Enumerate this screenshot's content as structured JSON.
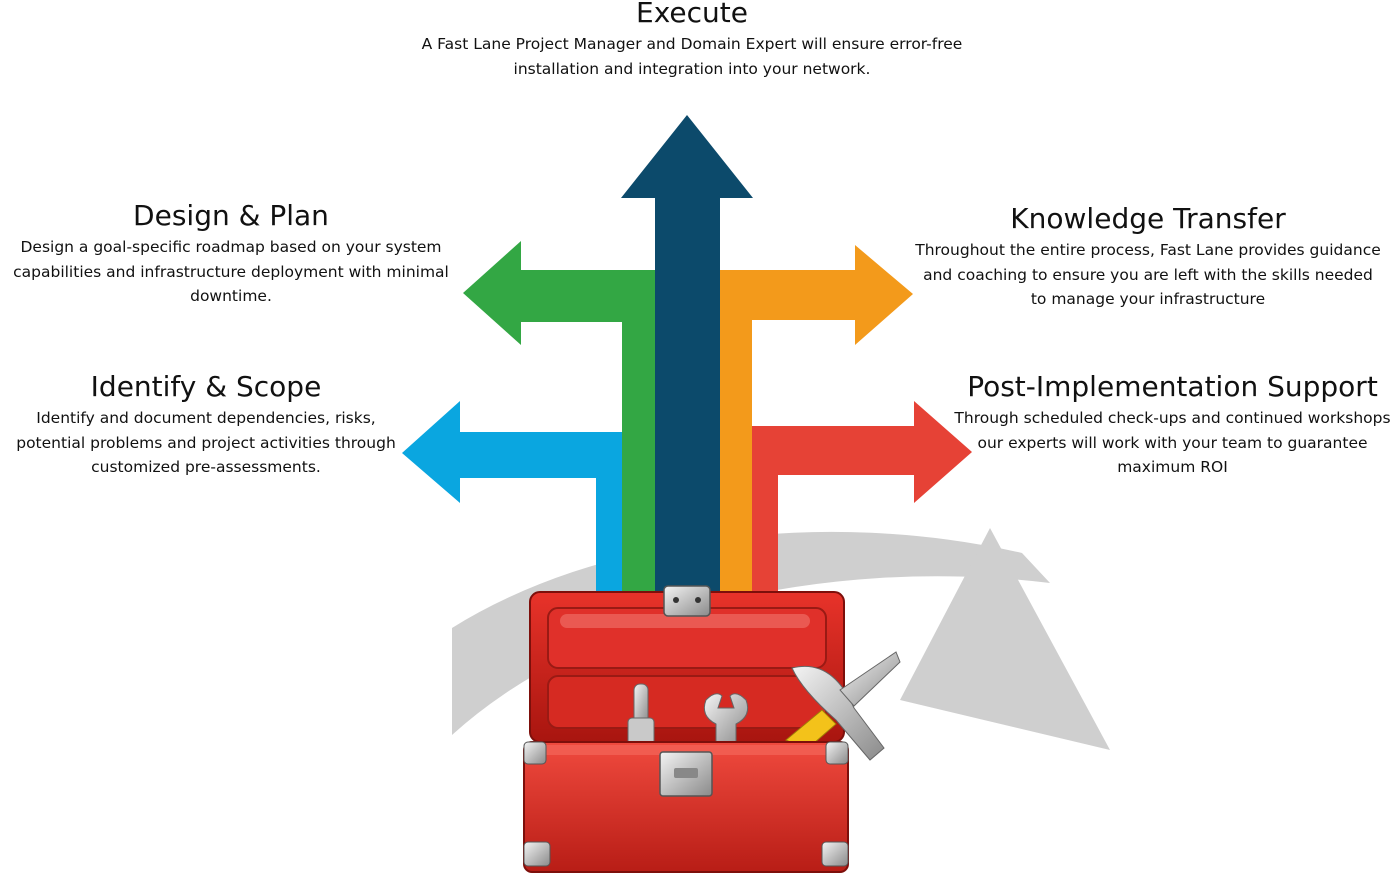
{
  "steps": {
    "execute": {
      "title": "Execute",
      "description": "A Fast Lane Project Manager and Domain Expert will ensure error-free installation and integration into your network."
    },
    "design_plan": {
      "title": "Design & Plan",
      "description": "Design a goal-specific roadmap based on your system capabilities and infrastructure deployment with minimal downtime."
    },
    "knowledge_transfer": {
      "title": "Knowledge Transfer",
      "description": "Throughout the entire process, Fast Lane provides guidance and coaching to ensure you are left with the skills needed to manage your infrastructure"
    },
    "identify_scope": {
      "title": "Identify & Scope",
      "description": "Identify and document dependencies, risks, potential problems and project activities through customized pre-assessments."
    },
    "post_implementation": {
      "title": "Post-Implementation Support",
      "description": "Through scheduled check-ups and continued workshops our experts will work with your team to guarantee maximum ROI"
    }
  },
  "colors": {
    "cycle_arrow": "#cfcfcf",
    "execute": "#0c4a6b",
    "design_plan": "#33a744",
    "knowledge_transfer": "#f39a1b",
    "identify_scope": "#0aa6e0",
    "post_implementation": "#e64236",
    "toolbox": "#e8332a"
  },
  "icons": [
    "cycle-arrow-icon",
    "toolbox-icon",
    "screwdriver-icon",
    "wrench-icon",
    "hammer-icon"
  ]
}
